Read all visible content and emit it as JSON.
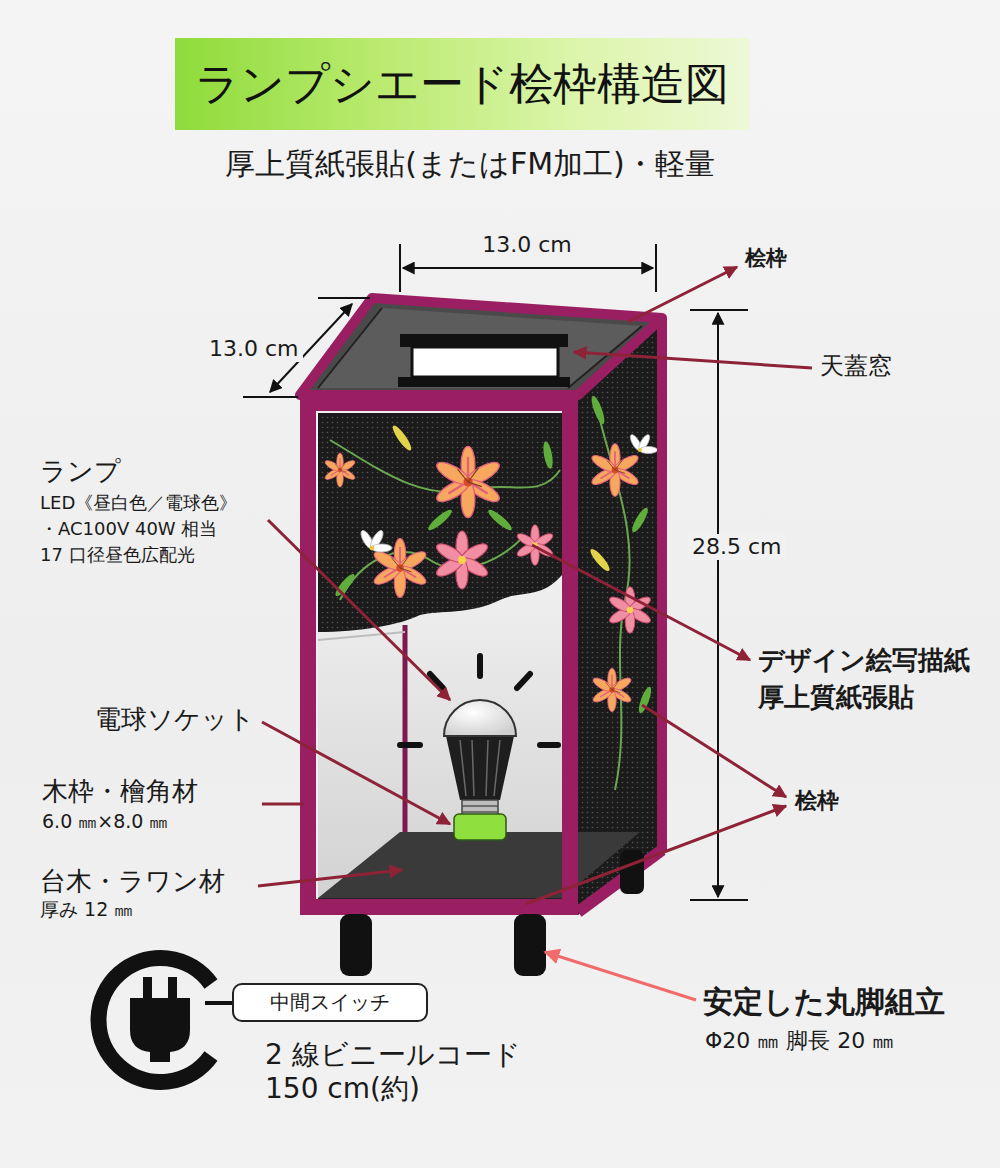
{
  "diagram": {
    "title": "ランプシエード桧枠構造図",
    "nodes": [
      {
        "text": [
          "中間スイッチ"
        ]
      }
    ],
    "labels": [
      "厚上質紙張貼(またはFM加工)・軽量",
      "13.0 cm",
      "13.0 cm",
      "28.5 cm",
      "桧枠",
      "天蓋窓",
      "ランプ",
      "LED《昼白色／電球色》",
      "・AC100V 40W 相当",
      "17 口径昼色広配光",
      "デザイン絵写描紙",
      "厚上質紙張貼",
      "電球ソケット",
      "桧枠",
      "木枠・檜角材",
      "6.0 ㎜×8.0 ㎜",
      "台木・ラワン材",
      "厚み 12 ㎜",
      "2 線ビニールコード",
      "150 cm(約)",
      "安定した丸脚組立",
      "Φ20 ㎜ 脚長 20 ㎜"
    ]
  }
}
